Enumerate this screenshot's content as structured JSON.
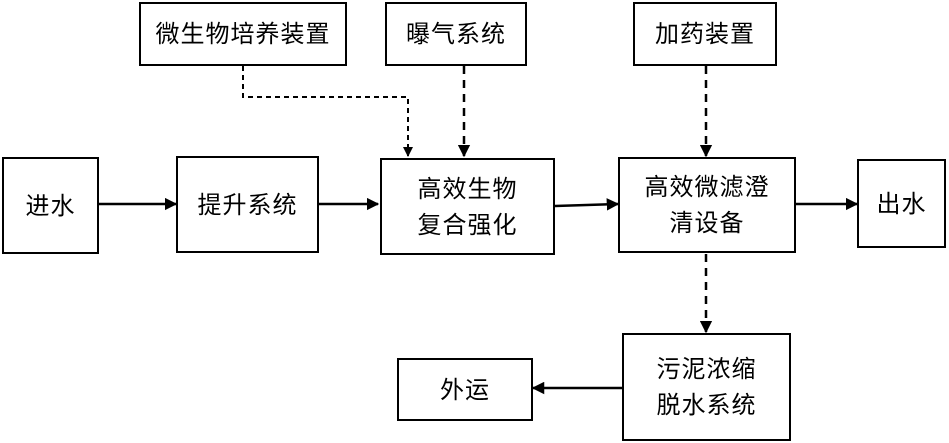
{
  "diagram": {
    "nodes": {
      "micro_culture": "微生物培养装置",
      "aeration": "曝气系统",
      "dosing": "加药装置",
      "inlet": "进水",
      "lift": "提升系统",
      "bio_line1": "高效生物",
      "bio_line2": "复合强化",
      "filter_line1": "高效微滤澄",
      "filter_line2": "清设备",
      "outlet": "出水",
      "sludge_line1": "污泥浓缩",
      "sludge_line2": "脱水系统",
      "transport": "外运"
    },
    "edges": [
      {
        "from": "inlet",
        "to": "lift",
        "style": "solid"
      },
      {
        "from": "lift",
        "to": "bio",
        "style": "solid"
      },
      {
        "from": "bio",
        "to": "filter",
        "style": "solid"
      },
      {
        "from": "filter",
        "to": "outlet",
        "style": "solid"
      },
      {
        "from": "micro_culture",
        "to": "bio",
        "style": "dotted"
      },
      {
        "from": "aeration",
        "to": "bio",
        "style": "dashed"
      },
      {
        "from": "dosing",
        "to": "filter",
        "style": "dashed"
      },
      {
        "from": "filter",
        "to": "sludge",
        "style": "dashed"
      },
      {
        "from": "sludge",
        "to": "transport",
        "style": "solid"
      }
    ]
  }
}
